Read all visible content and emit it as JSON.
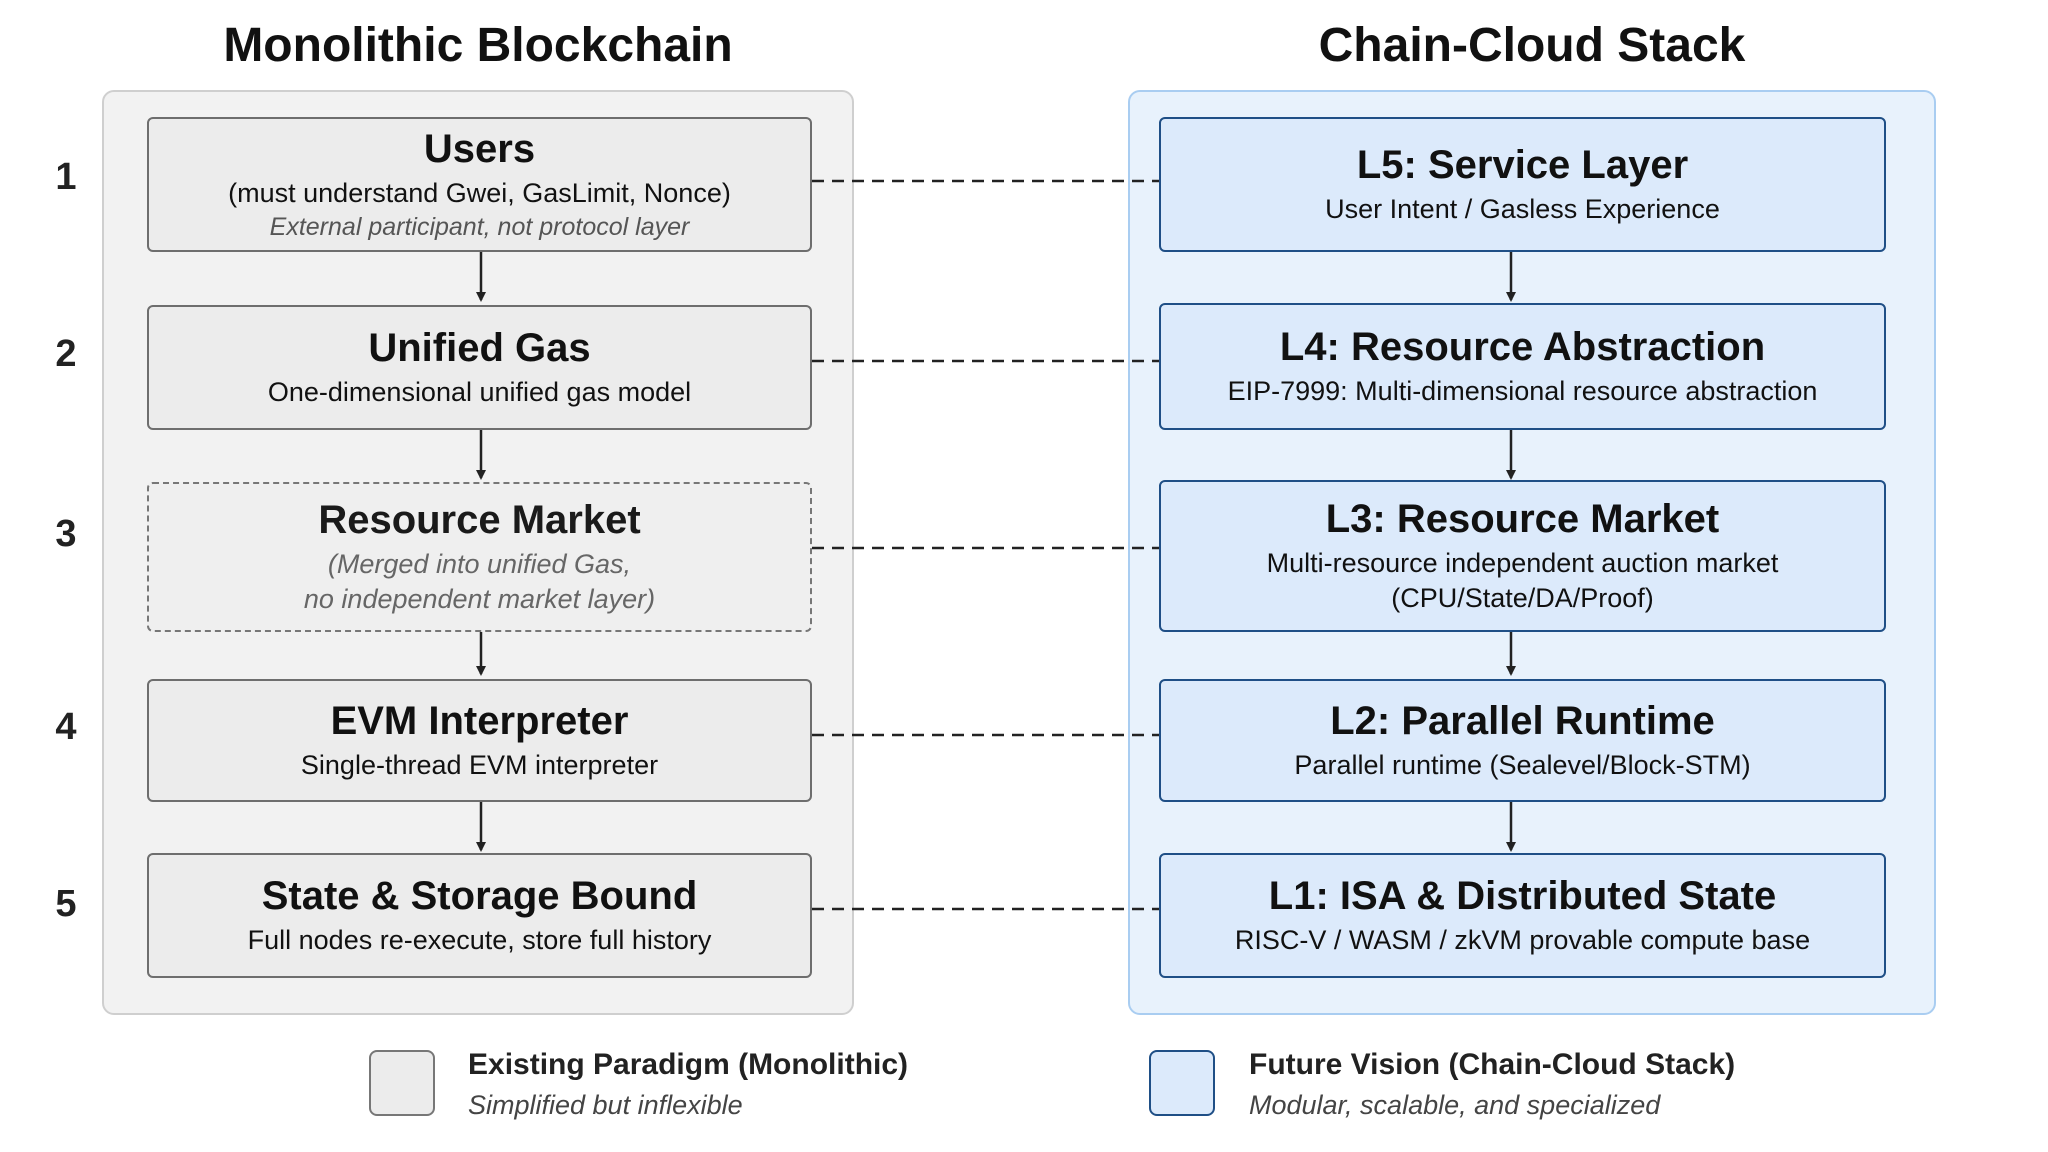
{
  "titles": {
    "left": "Monolithic Blockchain",
    "right": "Chain-Cloud Stack"
  },
  "rows": [
    {
      "number": "1",
      "left": {
        "title": "Users",
        "subtitle": "(must understand Gwei, GasLimit, Nonce)",
        "note": "External participant, not protocol layer"
      },
      "right": {
        "title": "L5: Service Layer",
        "subtitle": "User Intent / Gasless Experience"
      }
    },
    {
      "number": "2",
      "left": {
        "title": "Unified Gas",
        "subtitle": "One-dimensional unified gas model"
      },
      "right": {
        "title": "L4: Resource Abstraction",
        "subtitle": "EIP-7999: Multi-dimensional resource abstraction"
      }
    },
    {
      "number": "3",
      "left": {
        "title": "Resource Market",
        "subtitle_line1": "(Merged into unified Gas,",
        "subtitle_line2": "no independent market layer)"
      },
      "right": {
        "title": "L3: Resource Market",
        "subtitle_line1": "Multi-resource independent auction market",
        "subtitle_line2": "(CPU/State/DA/Proof)"
      }
    },
    {
      "number": "4",
      "left": {
        "title": "EVM Interpreter",
        "subtitle": "Single-thread EVM interpreter"
      },
      "right": {
        "title": "L2: Parallel Runtime",
        "subtitle": "Parallel runtime (Sealevel/Block-STM)"
      }
    },
    {
      "number": "5",
      "left": {
        "title": "State & Storage Bound",
        "subtitle": "Full nodes re-execute, store full history"
      },
      "right": {
        "title": "L1: ISA & Distributed State",
        "subtitle": "RISC-V / WASM / zkVM provable compute base"
      }
    }
  ],
  "legend": {
    "existing": {
      "title": "Existing Paradigm (Monolithic)",
      "subtitle": "Simplified but inflexible",
      "color": "#ececec"
    },
    "future": {
      "title": "Future Vision (Chain-Cloud Stack)",
      "subtitle": "Modular, scalable, and specialized",
      "color": "#dceafb"
    }
  },
  "colors": {
    "left_panel": "#f2f2f2",
    "right_panel": "#e8f2fc",
    "right_border": "#1f4f86",
    "connector": "#222222"
  }
}
